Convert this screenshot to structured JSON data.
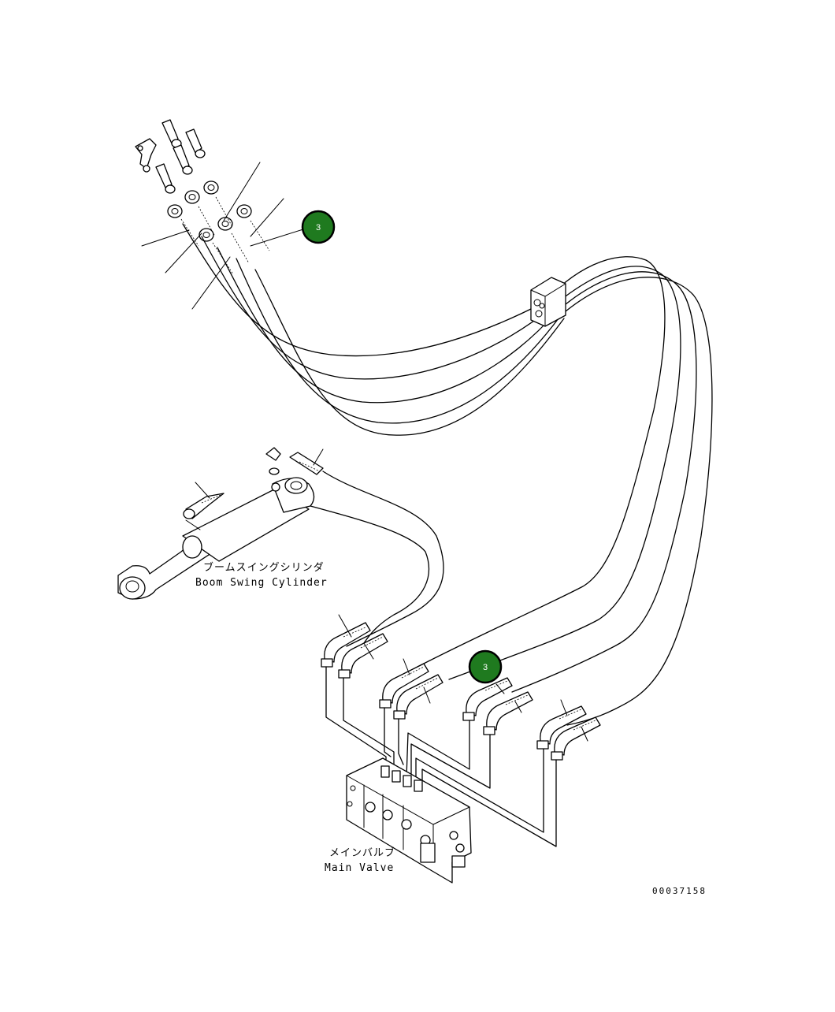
{
  "labels": {
    "boom_swing_cylinder_jp": "ブームスイングシリンダ",
    "boom_swing_cylinder_en": "Boom Swing Cylinder",
    "main_valve_jp": "メインバルブ",
    "main_valve_en": "Main Valve",
    "drawing_number": "00037158"
  },
  "callouts": [
    {
      "number": "3"
    },
    {
      "number": "3"
    }
  ],
  "colors": {
    "callout_fill": "#1f7a1f",
    "line": "#000000",
    "background": "#ffffff"
  }
}
